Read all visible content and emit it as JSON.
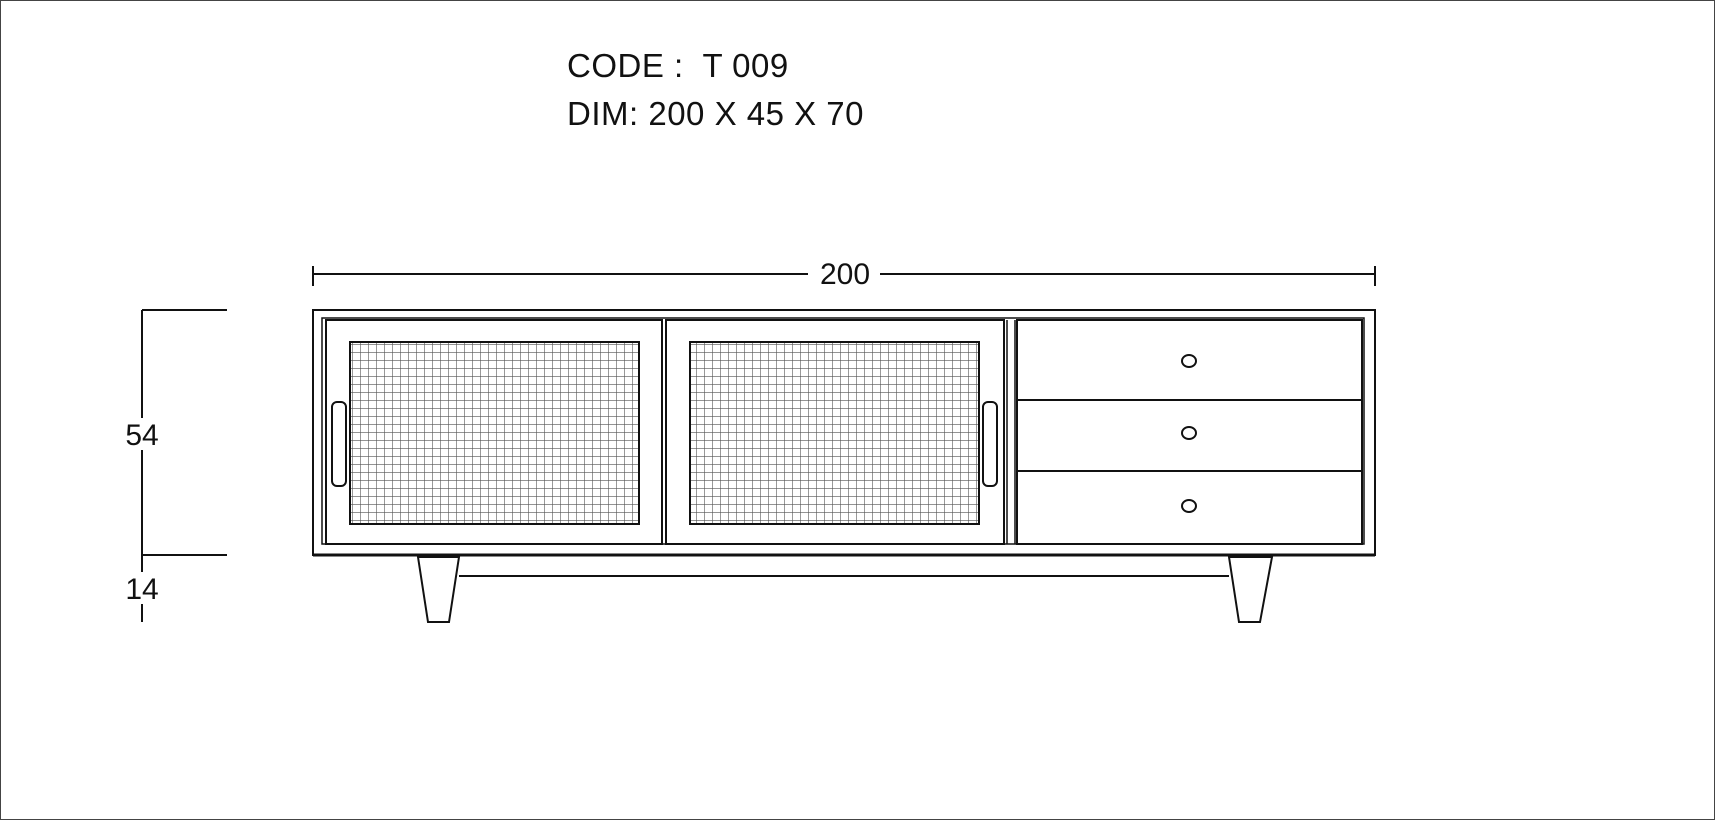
{
  "spec": {
    "code_label": "CODE :",
    "code_value": "T 009",
    "dim_label": "DIM:",
    "dim_value": "200 X 45 X 70"
  },
  "dimensions": {
    "width": "200",
    "body_height": "54",
    "leg_height": "14"
  },
  "colors": {
    "line": "#111111",
    "grid": "#555555"
  }
}
